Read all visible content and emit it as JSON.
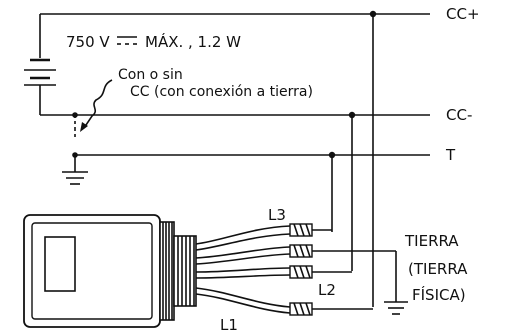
{
  "labels": {
    "cc_plus": "CC+",
    "cc_minus": "CC-",
    "t": "T",
    "rating_line1": "750 V",
    "rating_line2": "MÁX. ,  1.2 W",
    "switch_note_line1": "Con o sin",
    "switch_note_line2": "CC (con conexión a tierra)",
    "l1": "L1",
    "l2": "L2",
    "l3": "L3",
    "tierra": "TIERRA",
    "tierra_fisica_1": "(TIERRA",
    "tierra_fisica_2": "FÍSICA)"
  },
  "colors": {
    "line": "#111111",
    "background": "#ffffff"
  }
}
